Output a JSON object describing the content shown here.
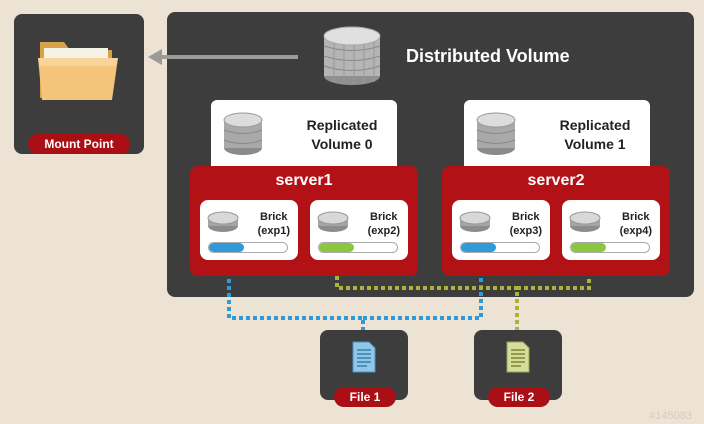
{
  "mount_point": {
    "label": "Mount Point"
  },
  "distributed_volume": {
    "label": "Distributed Volume"
  },
  "replicated_volumes": [
    {
      "line1": "Replicated",
      "line2": "Volume 0"
    },
    {
      "line1": "Replicated",
      "line2": "Volume 1"
    }
  ],
  "servers": [
    {
      "name": "server1",
      "bricks": [
        {
          "line1": "Brick",
          "line2": "(exp1)",
          "fill": 0.45,
          "color": "#2e9ad7"
        },
        {
          "line1": "Brick",
          "line2": "(exp2)",
          "fill": 0.45,
          "color": "#8cc63f"
        }
      ]
    },
    {
      "name": "server2",
      "bricks": [
        {
          "line1": "Brick",
          "line2": "(exp3)",
          "fill": 0.45,
          "color": "#2e9ad7"
        },
        {
          "line1": "Brick",
          "line2": "(exp4)",
          "fill": 0.45,
          "color": "#8cc63f"
        }
      ]
    }
  ],
  "files": [
    {
      "label": "File 1",
      "color": "#2e9ad7"
    },
    {
      "label": "File 2",
      "color": "#a8b536"
    }
  ],
  "watermark": "#145083",
  "colors": {
    "background": "#ece3d4",
    "panel": "#3d3d3d",
    "server": "#b21116",
    "label_pill": "#a90f14"
  }
}
